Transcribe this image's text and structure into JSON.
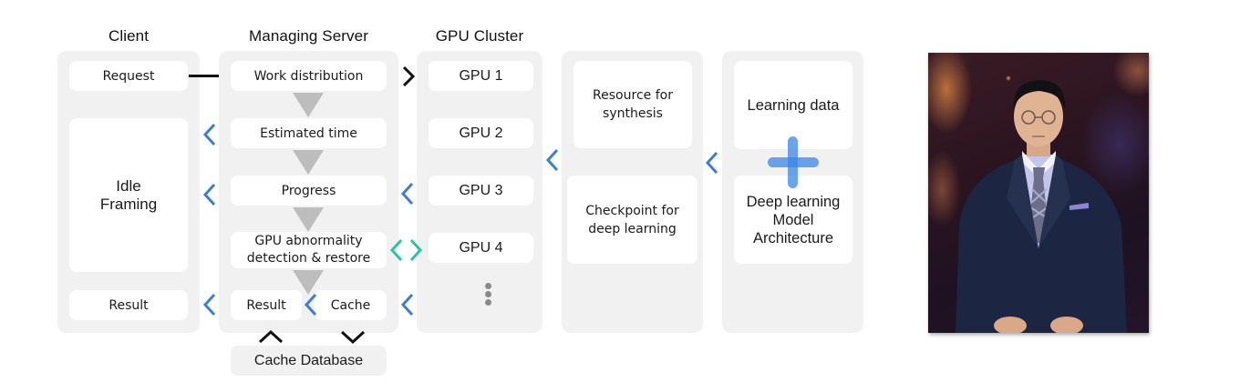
{
  "headings": {
    "client": "Client",
    "managing_server": "Managing Server",
    "gpu_cluster": "GPU Cluster"
  },
  "client": {
    "request": "Request",
    "idle_framing_line1": "Idle",
    "idle_framing_line2": "Framing",
    "result": "Result"
  },
  "managing_server": {
    "work_distribution": "Work distribution",
    "estimated_time": "Estimated time",
    "progress": "Progress",
    "gpu_abnormality_line1": "GPU abnormality",
    "gpu_abnormality_line2": "detection & restore",
    "result": "Result",
    "cache": "Cache"
  },
  "cache_database": "Cache Database",
  "gpu_cluster": {
    "gpus": [
      "GPU 1",
      "GPU 2",
      "GPU 3",
      "GPU 4"
    ],
    "more_indicator": "vertical-ellipsis-icon"
  },
  "resources": {
    "resource_line1": "Resource for",
    "resource_line2": "synthesis",
    "checkpoint_line1": "Checkpoint for",
    "checkpoint_line2": "deep learning"
  },
  "learning": {
    "learning_data": "Learning data",
    "model_line1": "Deep learning",
    "model_line2": "Model",
    "model_line3": "Architecture"
  },
  "photo": {
    "description": "AI news anchor in navy suit and plaid tie"
  },
  "colors": {
    "panel_bg": "#f1f1f1",
    "box_bg": "#ffffff",
    "arrow_blue": "#3b7fd4",
    "arrow_teal": "#2ec4a0",
    "arrow_black": "#111111",
    "flow_triangle": "#bdbdbd",
    "plus_blue": "#3a85e6"
  }
}
